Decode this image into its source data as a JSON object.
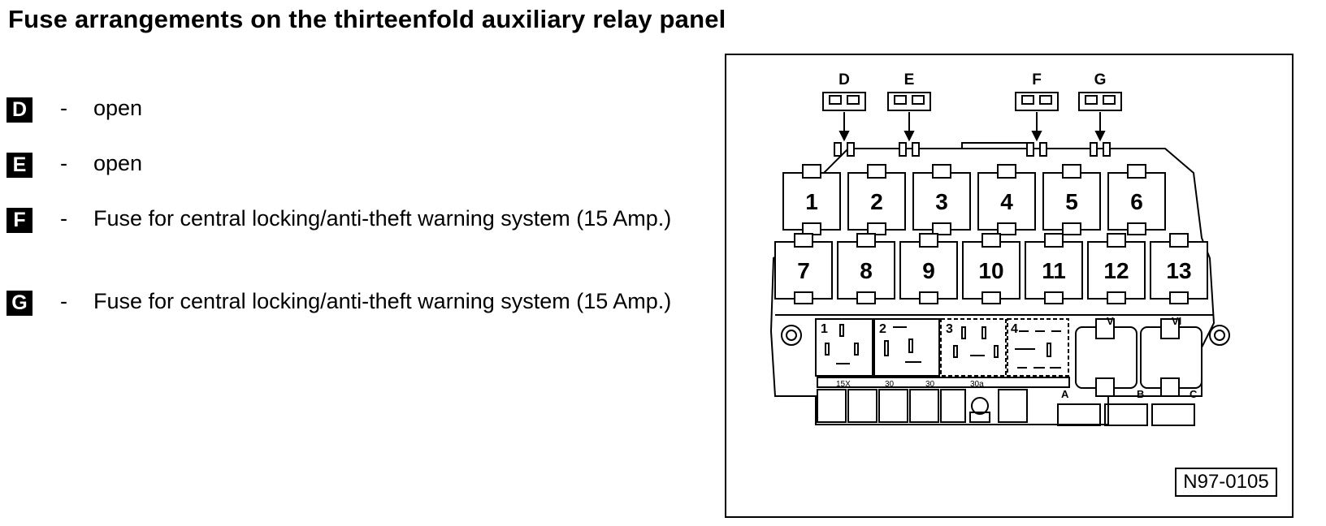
{
  "title": "Fuse arrangements on the thirteenfold auxiliary relay panel",
  "legend": [
    {
      "key": "D",
      "dash": "-",
      "text": "open"
    },
    {
      "key": "E",
      "dash": "-",
      "text": "open"
    },
    {
      "key": "F",
      "dash": "-",
      "text": "Fuse for central locking/anti-theft warning system (15 Amp.)"
    },
    {
      "key": "G",
      "dash": "-",
      "text": "Fuse for central locking/anti-theft warning system (15 Amp.)"
    }
  ],
  "diagram": {
    "fuse_labels": [
      "D",
      "E",
      "F",
      "G"
    ],
    "relay_numbers_top": [
      "1",
      "2",
      "3",
      "4",
      "5",
      "6"
    ],
    "relay_numbers_bottom": [
      "7",
      "8",
      "9",
      "10",
      "11",
      "12",
      "13"
    ],
    "section_numbers": [
      "1",
      "2",
      "3",
      "4"
    ],
    "connector_labels": [
      "V",
      "VI"
    ],
    "terminal_labels": [
      "15X",
      "30",
      "30",
      "30a"
    ],
    "bottom_letters": [
      "A",
      "B",
      "C"
    ],
    "reference": "N97-0105"
  }
}
